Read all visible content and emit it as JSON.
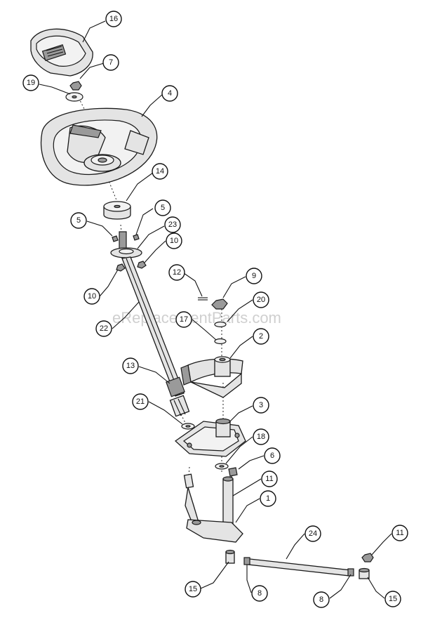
{
  "watermark": "eReplacementParts.com",
  "callouts": [
    {
      "id": "c16",
      "label": "16"
    },
    {
      "id": "c7",
      "label": "7"
    },
    {
      "id": "c19",
      "label": "19"
    },
    {
      "id": "c4",
      "label": "4"
    },
    {
      "id": "c14",
      "label": "14"
    },
    {
      "id": "c5a",
      "label": "5"
    },
    {
      "id": "c5b",
      "label": "5"
    },
    {
      "id": "c23",
      "label": "23"
    },
    {
      "id": "c10a",
      "label": "10"
    },
    {
      "id": "c10b",
      "label": "10"
    },
    {
      "id": "c12",
      "label": "12"
    },
    {
      "id": "c9",
      "label": "9"
    },
    {
      "id": "c20",
      "label": "20"
    },
    {
      "id": "c17",
      "label": "17"
    },
    {
      "id": "c22",
      "label": "22"
    },
    {
      "id": "c2",
      "label": "2"
    },
    {
      "id": "c13",
      "label": "13"
    },
    {
      "id": "c21",
      "label": "21"
    },
    {
      "id": "c3",
      "label": "3"
    },
    {
      "id": "c18",
      "label": "18"
    },
    {
      "id": "c6",
      "label": "6"
    },
    {
      "id": "c11a",
      "label": "11"
    },
    {
      "id": "c1",
      "label": "1"
    },
    {
      "id": "c24",
      "label": "24"
    },
    {
      "id": "c11b",
      "label": "11"
    },
    {
      "id": "c15a",
      "label": "15"
    },
    {
      "id": "c8a",
      "label": "8"
    },
    {
      "id": "c8b",
      "label": "8"
    },
    {
      "id": "c15b",
      "label": "15"
    }
  ]
}
